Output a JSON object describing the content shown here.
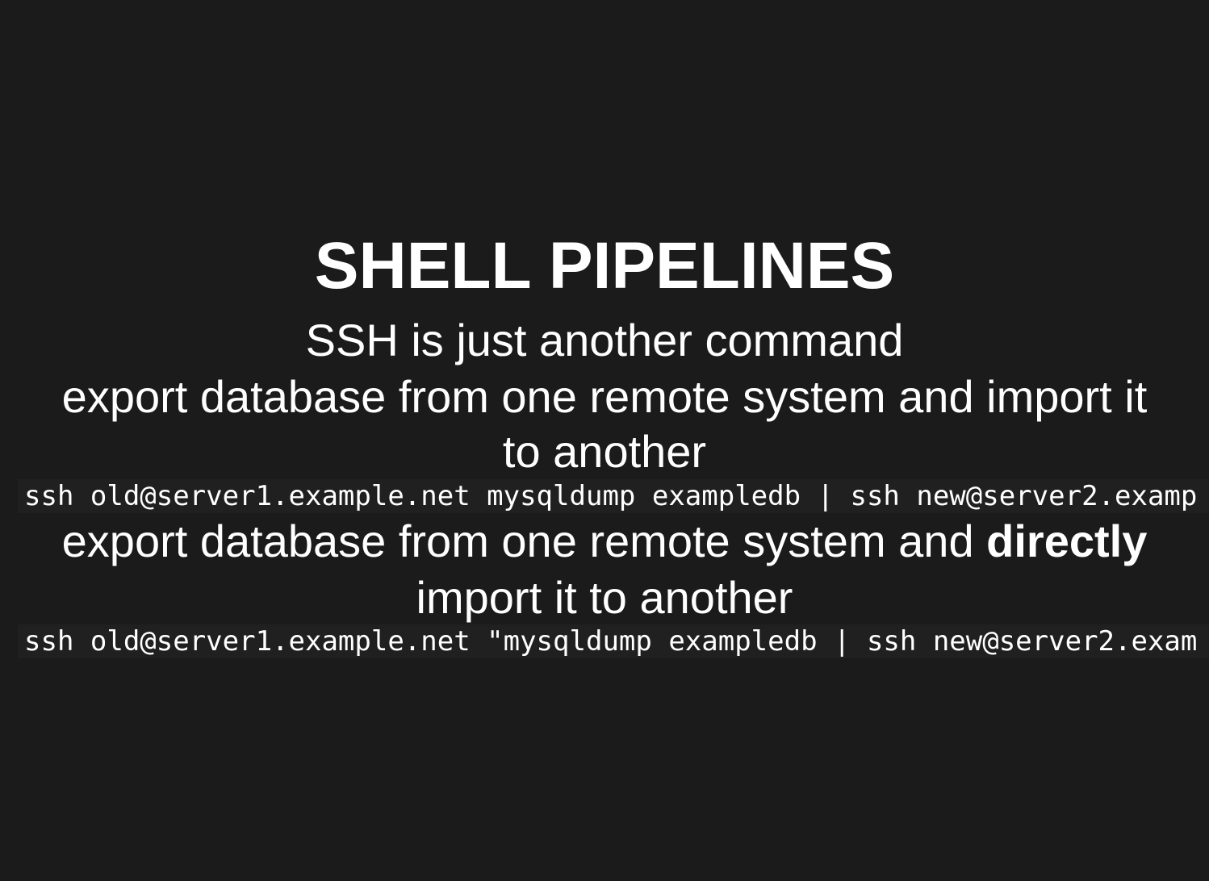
{
  "slide": {
    "title": "SHELL PIPELINES",
    "subtitle": "SSH is just another command",
    "point1_line1": "export database from one remote system and import it",
    "point1_line2": "to another",
    "code1": "ssh old@server1.example.net mysqldump exampledb | ssh new@server2.examp",
    "point2_line1_pre": "export database from one remote system and ",
    "point2_line1_strong": "directly",
    "point2_line2": "import it to another",
    "code2": "ssh old@server1.example.net \"mysqldump exampledb | ssh new@server2.exam"
  },
  "colors": {
    "background": "#1b1b1b",
    "text": "#ffffff",
    "code_background": "#202020"
  }
}
